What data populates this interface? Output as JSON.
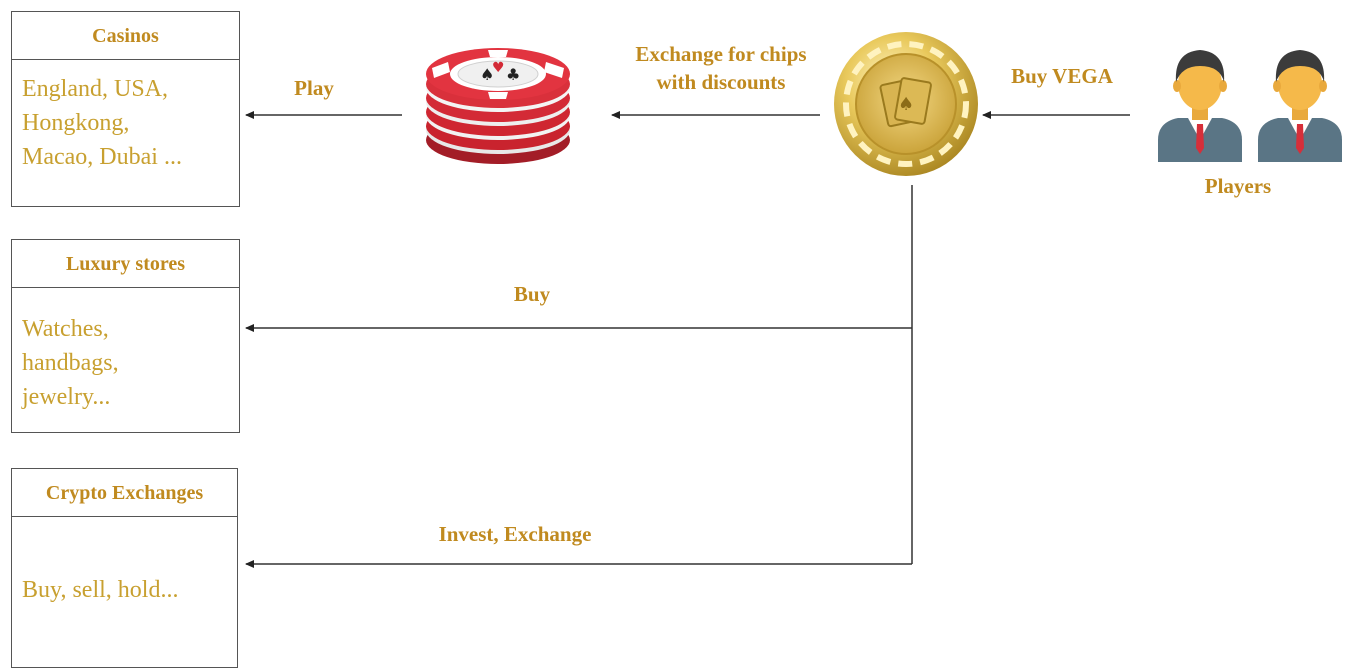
{
  "destinations": [
    {
      "title": "Casinos",
      "body": [
        "England, USA,",
        "Hongkong,",
        "Macao, Dubai ..."
      ]
    },
    {
      "title": "Luxury stores",
      "body": [
        "Watches,",
        "handbags,",
        "jewelry..."
      ]
    },
    {
      "title": "Crypto Exchanges",
      "body": [
        "Buy, sell, hold..."
      ]
    }
  ],
  "flows": {
    "play": "Play",
    "exchange_line1": "Exchange for chips",
    "exchange_line2": "with discounts",
    "buy_vega": "Buy VEGA",
    "buy": "Buy",
    "invest": "Invest, Exchange"
  },
  "players_label": "Players",
  "colors": {
    "label": "#c08a1f",
    "chip_red": "#d32a36",
    "coin_gold": "#e2c35a",
    "person_suit": "#5a7585",
    "person_skin": "#f5b94a"
  }
}
